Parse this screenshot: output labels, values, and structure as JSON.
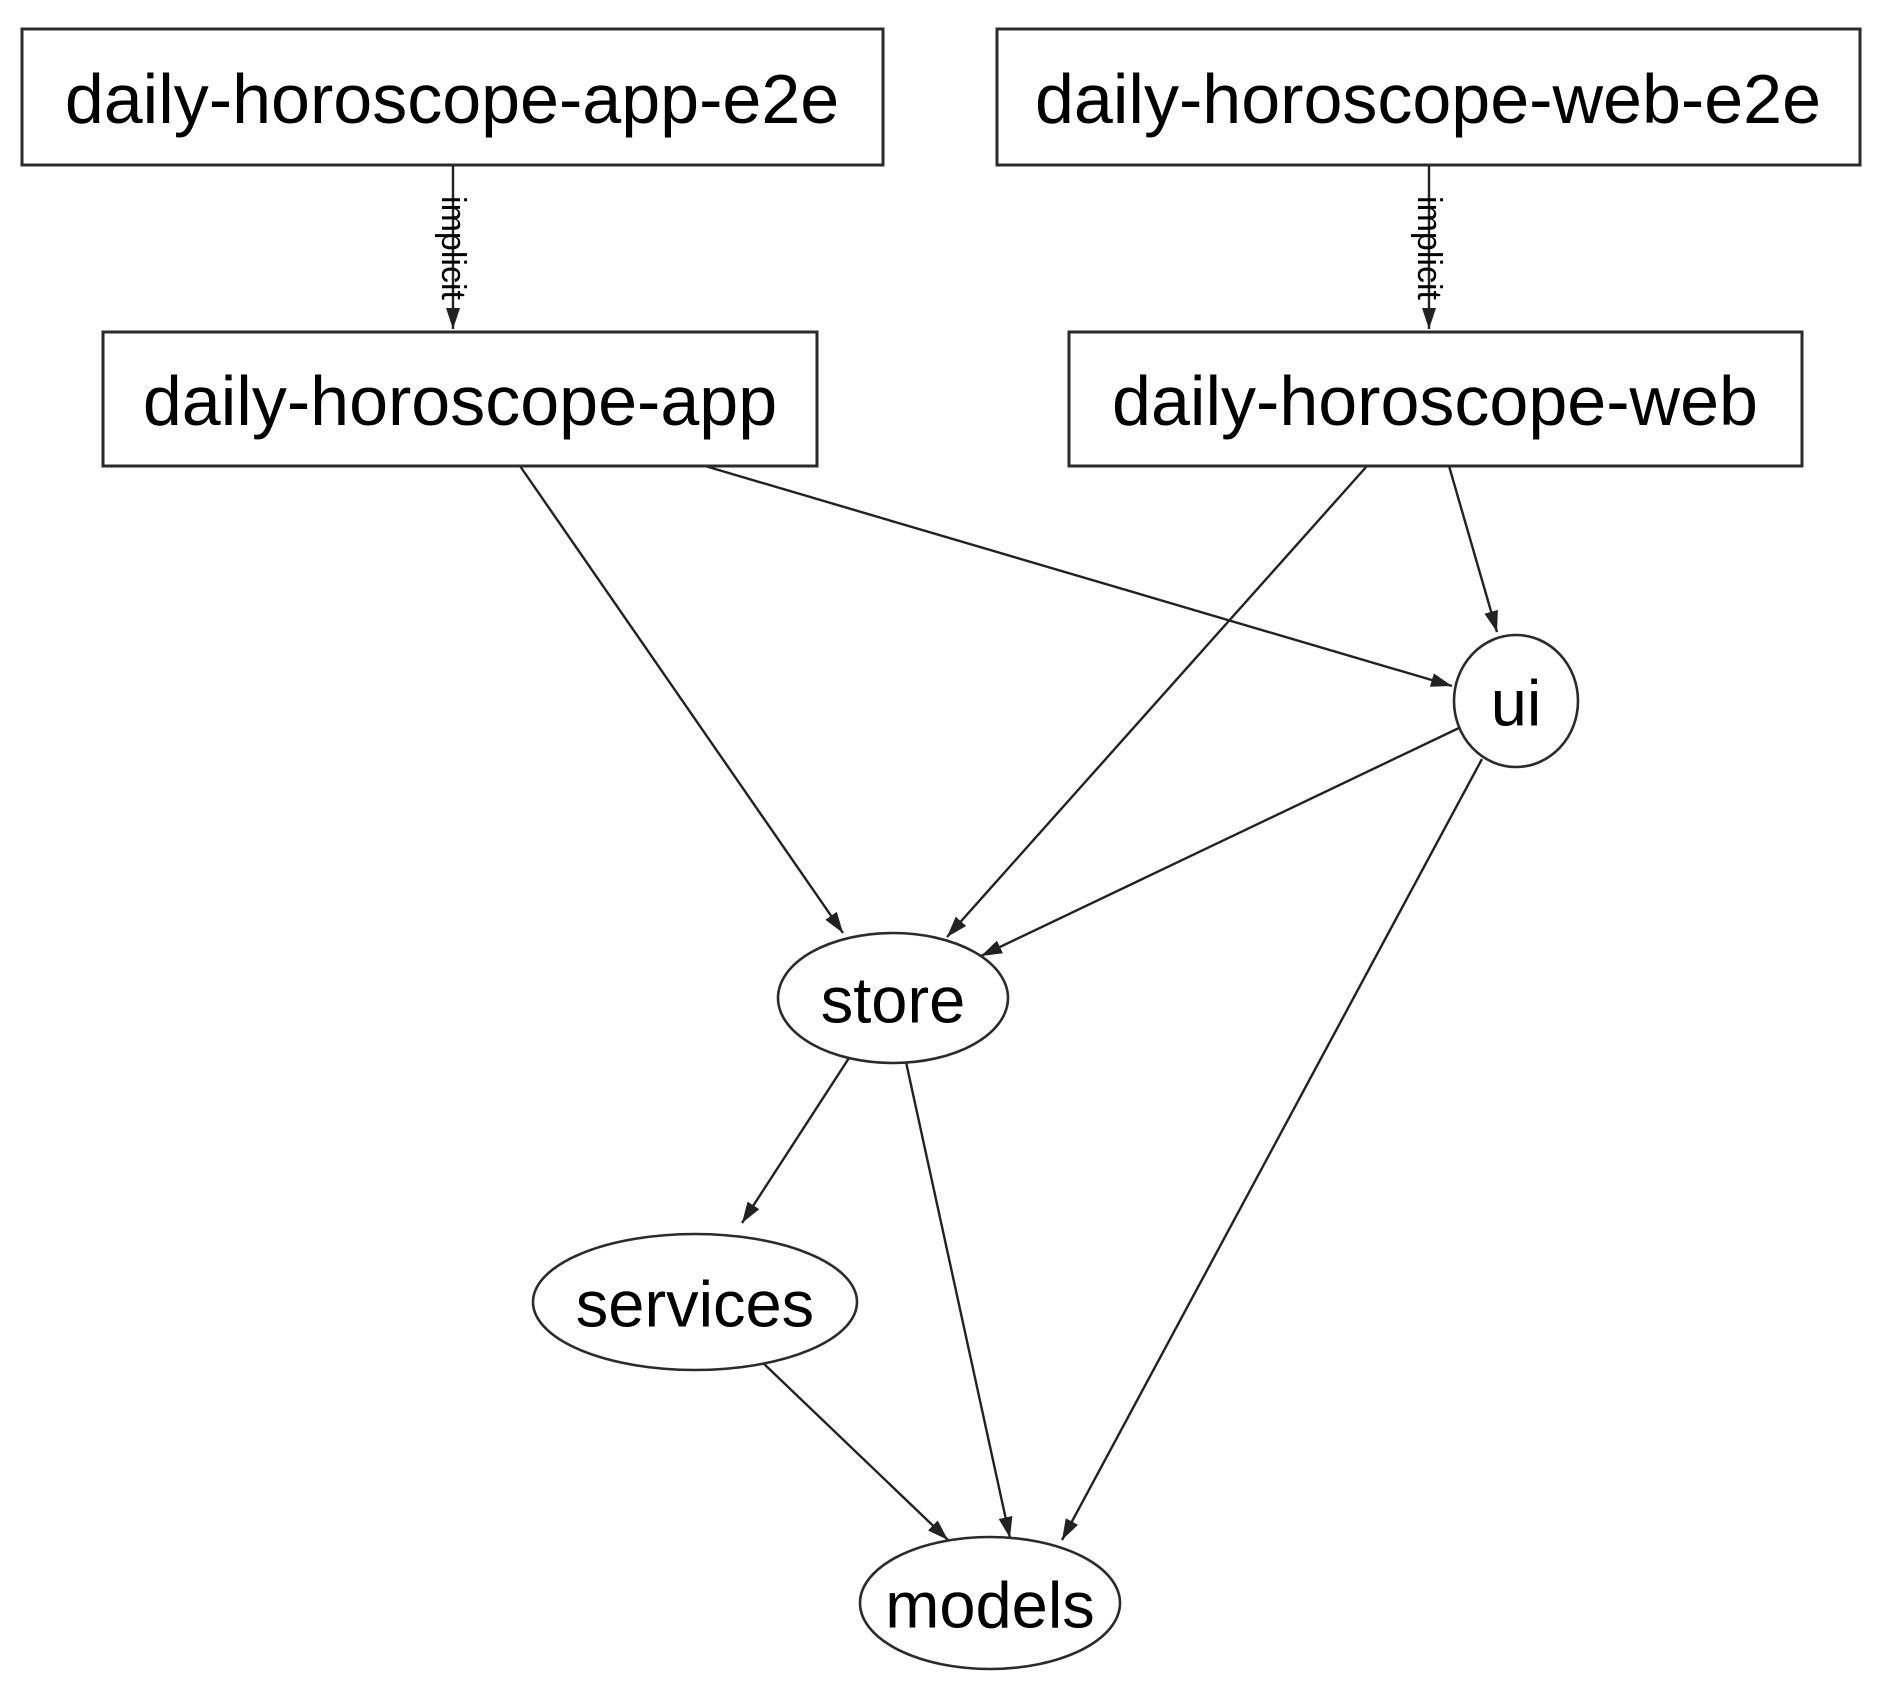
{
  "graph": {
    "type": "dependency-graph",
    "nodes": {
      "app_e2e": {
        "label": "daily-horoscope-app-e2e",
        "shape": "rectangle"
      },
      "web_e2e": {
        "label": "daily-horoscope-web-e2e",
        "shape": "rectangle"
      },
      "app": {
        "label": "daily-horoscope-app",
        "shape": "rectangle"
      },
      "web": {
        "label": "daily-horoscope-web",
        "shape": "rectangle"
      },
      "ui": {
        "label": "ui",
        "shape": "ellipse"
      },
      "store": {
        "label": "store",
        "shape": "ellipse"
      },
      "services": {
        "label": "services",
        "shape": "ellipse"
      },
      "models": {
        "label": "models",
        "shape": "ellipse"
      }
    },
    "edges": [
      {
        "from": "daily-horoscope-app-e2e",
        "to": "daily-horoscope-app",
        "label": "implicit"
      },
      {
        "from": "daily-horoscope-web-e2e",
        "to": "daily-horoscope-web",
        "label": "implicit"
      },
      {
        "from": "daily-horoscope-app",
        "to": "store",
        "label": ""
      },
      {
        "from": "daily-horoscope-app",
        "to": "ui",
        "label": ""
      },
      {
        "from": "daily-horoscope-web",
        "to": "store",
        "label": ""
      },
      {
        "from": "daily-horoscope-web",
        "to": "ui",
        "label": ""
      },
      {
        "from": "ui",
        "to": "store",
        "label": ""
      },
      {
        "from": "ui",
        "to": "models",
        "label": ""
      },
      {
        "from": "store",
        "to": "services",
        "label": ""
      },
      {
        "from": "store",
        "to": "models",
        "label": ""
      },
      {
        "from": "services",
        "to": "models",
        "label": ""
      }
    ],
    "colors": {
      "background": "#ffffff",
      "node_fill": "#ffffff",
      "stroke": "#222222",
      "text": "#000000"
    }
  }
}
